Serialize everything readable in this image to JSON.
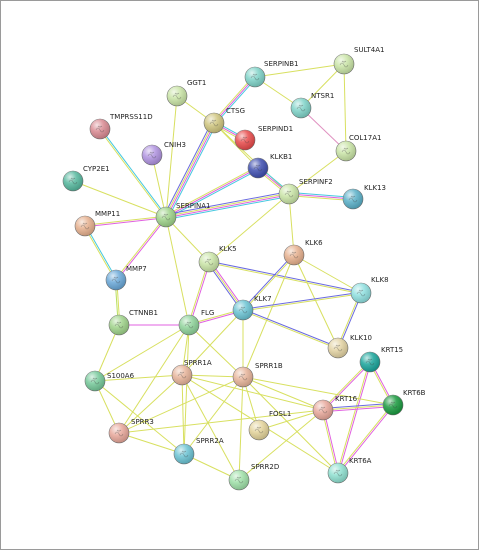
{
  "nodes": [
    {
      "id": "SULT4A1",
      "label": "SULT4A1",
      "color": "#c9e4a6"
    },
    {
      "id": "SERPINB1",
      "label": "SERPINB1",
      "color": "#7fd3c8"
    },
    {
      "id": "NTSR1",
      "label": "NTSR1",
      "color": "#7fd3c8"
    },
    {
      "id": "COL17A1",
      "label": "COL17A1",
      "color": "#c9e4a6"
    },
    {
      "id": "GGT1",
      "label": "GGT1",
      "color": "#c9e4a6"
    },
    {
      "id": "CTSG",
      "label": "CTSG",
      "color": "#cfc57e"
    },
    {
      "id": "TMPRSS11D",
      "label": "TMPRSS11D",
      "color": "#d98a92"
    },
    {
      "id": "SERPIND1",
      "label": "SERPIND1",
      "color": "#e84b4b"
    },
    {
      "id": "CNIH3",
      "label": "CNIH3",
      "color": "#b093e0"
    },
    {
      "id": "KLKB1",
      "label": "KLKB1",
      "color": "#3f4fb0"
    },
    {
      "id": "CYP2E1",
      "label": "CYP2E1",
      "color": "#56b89e"
    },
    {
      "id": "SERPINF2",
      "label": "SERPINF2",
      "color": "#c9e4a6"
    },
    {
      "id": "KLK13",
      "label": "KLK13",
      "color": "#5ab0c8"
    },
    {
      "id": "SERPINA1",
      "label": "SERPINA1",
      "color": "#9fd38a"
    },
    {
      "id": "MMP11",
      "label": "MMP11",
      "color": "#e6b08e"
    },
    {
      "id": "KLK6",
      "label": "KLK6",
      "color": "#e6b08e"
    },
    {
      "id": "KLK5",
      "label": "KLK5",
      "color": "#c9e4a6"
    },
    {
      "id": "MMP7",
      "label": "MMP7",
      "color": "#6aa8d8"
    },
    {
      "id": "KLK8",
      "label": "KLK8",
      "color": "#8fe0e0"
    },
    {
      "id": "KLK7",
      "label": "KLK7",
      "color": "#6bc3d3"
    },
    {
      "id": "CTNNB1",
      "label": "CTNNB1",
      "color": "#9fd38a"
    },
    {
      "id": "FLG",
      "label": "FLG",
      "color": "#8fd39a"
    },
    {
      "id": "KLK10",
      "label": "KLK10",
      "color": "#e3d3a3"
    },
    {
      "id": "KRT15",
      "label": "KRT15",
      "color": "#1aa59b"
    },
    {
      "id": "S100A6",
      "label": "S100A6",
      "color": "#76c99a"
    },
    {
      "id": "SPRR1A",
      "label": "SPRR1A",
      "color": "#e7b49a"
    },
    {
      "id": "SPRR1B",
      "label": "SPRR1B",
      "color": "#e7b49a"
    },
    {
      "id": "KRT6B",
      "label": "KRT6B",
      "color": "#1a9a3f"
    },
    {
      "id": "KRT16",
      "label": "KRT16",
      "color": "#e7a79a"
    },
    {
      "id": "FOSL1",
      "label": "FOSL1",
      "color": "#e3d39a"
    },
    {
      "id": "SPRR3",
      "label": "SPRR3",
      "color": "#e7a79a"
    },
    {
      "id": "SPRR2A",
      "label": "SPRR2A",
      "color": "#6bc3d3"
    },
    {
      "id": "SPRR2D",
      "label": "SPRR2D",
      "color": "#9fe0a8"
    },
    {
      "id": "KRT6A",
      "label": "KRT6A",
      "color": "#8fe0d0"
    }
  ],
  "edge_colors": {
    "cyan": "#46c8e0",
    "magenta": "#e060e0",
    "yellow": "#d8e060",
    "green": "#b8e060",
    "blue": "#6a6ae0",
    "gray": "#9a9a9a",
    "pink": "#e090c0"
  },
  "edges": [
    {
      "source": "SULT4A1",
      "target": "SERPINB1",
      "colors": [
        "yellow"
      ]
    },
    {
      "source": "SULT4A1",
      "target": "NTSR1",
      "colors": [
        "yellow"
      ]
    },
    {
      "source": "SULT4A1",
      "target": "COL17A1",
      "colors": [
        "yellow"
      ]
    },
    {
      "source": "SERPINB1",
      "target": "NTSR1",
      "colors": [
        "yellow"
      ]
    },
    {
      "source": "SERPINB1",
      "target": "CTSG",
      "colors": [
        "cyan",
        "magenta",
        "yellow"
      ]
    },
    {
      "source": "NTSR1",
      "target": "COL17A1",
      "colors": [
        "pink"
      ]
    },
    {
      "source": "COL17A1",
      "target": "SERPINF2",
      "colors": [
        "yellow"
      ]
    },
    {
      "source": "GGT1",
      "target": "CTSG",
      "colors": [
        "yellow"
      ]
    },
    {
      "source": "GGT1",
      "target": "SERPINA1",
      "colors": [
        "yellow"
      ]
    },
    {
      "source": "CTSG",
      "target": "SERPIND1",
      "colors": [
        "cyan",
        "magenta",
        "yellow"
      ]
    },
    {
      "source": "CTSG",
      "target": "KLKB1",
      "colors": [
        "yellow"
      ]
    },
    {
      "source": "CTSG",
      "target": "SERPINA1",
      "colors": [
        "cyan",
        "magenta",
        "yellow",
        "blue"
      ]
    },
    {
      "source": "CTSG",
      "target": "SERPINF2",
      "colors": [
        "yellow"
      ]
    },
    {
      "source": "TMPRSS11D",
      "target": "SERPINA1",
      "colors": [
        "cyan",
        "yellow"
      ]
    },
    {
      "source": "CNIH3",
      "target": "SERPINA1",
      "colors": [
        "yellow"
      ]
    },
    {
      "source": "KLKB1",
      "target": "SERPINF2",
      "colors": [
        "cyan",
        "magenta",
        "yellow"
      ]
    },
    {
      "source": "KLKB1",
      "target": "SERPINA1",
      "colors": [
        "cyan",
        "magenta",
        "yellow"
      ]
    },
    {
      "source": "CYP2E1",
      "target": "SERPINA1",
      "colors": [
        "yellow"
      ]
    },
    {
      "source": "SERPINF2",
      "target": "KLK13",
      "colors": [
        "cyan",
        "magenta",
        "yellow"
      ]
    },
    {
      "source": "SERPINF2",
      "target": "SERPINA1",
      "colors": [
        "cyan",
        "magenta",
        "yellow",
        "blue"
      ]
    },
    {
      "source": "SERPINF2",
      "target": "KLK6",
      "colors": [
        "yellow"
      ]
    },
    {
      "source": "SERPINF2",
      "target": "KLK5",
      "colors": [
        "yellow"
      ]
    },
    {
      "source": "SERPINA1",
      "target": "MMP11",
      "colors": [
        "magenta",
        "yellow"
      ]
    },
    {
      "source": "SERPINA1",
      "target": "MMP7",
      "colors": [
        "magenta",
        "yellow"
      ]
    },
    {
      "source": "SERPINA1",
      "target": "KLK5",
      "colors": [
        "yellow"
      ]
    },
    {
      "source": "SERPINA1",
      "target": "FLG",
      "colors": [
        "yellow"
      ]
    },
    {
      "source": "MMP11",
      "target": "MMP7",
      "colors": [
        "cyan",
        "yellow"
      ]
    },
    {
      "source": "MMP7",
      "target": "CTNNB1",
      "colors": [
        "yellow",
        "green"
      ]
    },
    {
      "source": "KLK5",
      "target": "KLK7",
      "colors": [
        "magenta",
        "yellow",
        "blue"
      ]
    },
    {
      "source": "KLK5",
      "target": "KLK8",
      "colors": [
        "blue",
        "yellow"
      ]
    },
    {
      "source": "KLK5",
      "target": "FLG",
      "colors": [
        "magenta",
        "yellow"
      ]
    },
    {
      "source": "KLK6",
      "target": "KLK7",
      "colors": [
        "yellow",
        "blue"
      ]
    },
    {
      "source": "KLK6",
      "target": "KLK8",
      "colors": [
        "yellow"
      ]
    },
    {
      "source": "KLK6",
      "target": "KLK10",
      "colors": [
        "yellow"
      ]
    },
    {
      "source": "KLK6",
      "target": "SPRR1B",
      "colors": [
        "yellow"
      ]
    },
    {
      "source": "KLK7",
      "target": "KLK8",
      "colors": [
        "blue",
        "yellow"
      ]
    },
    {
      "source": "KLK7",
      "target": "KLK10",
      "colors": [
        "blue",
        "yellow"
      ]
    },
    {
      "source": "KLK7",
      "target": "FLG",
      "colors": [
        "magenta",
        "yellow"
      ]
    },
    {
      "source": "KLK7",
      "target": "SPRR1B",
      "colors": [
        "yellow"
      ]
    },
    {
      "source": "KLK7",
      "target": "SPRR1A",
      "colors": [
        "yellow"
      ]
    },
    {
      "source": "KLK8",
      "target": "KLK10",
      "colors": [
        "blue",
        "yellow"
      ]
    },
    {
      "source": "CTNNB1",
      "target": "FLG",
      "colors": [
        "magenta"
      ]
    },
    {
      "source": "CTNNB1",
      "target": "S100A6",
      "colors": [
        "yellow"
      ]
    },
    {
      "source": "FLG",
      "target": "SPRR1A",
      "colors": [
        "yellow"
      ]
    },
    {
      "source": "FLG",
      "target": "SPRR1B",
      "colors": [
        "yellow"
      ]
    },
    {
      "source": "FLG",
      "target": "SPRR3",
      "colors": [
        "yellow"
      ]
    },
    {
      "source": "FLG",
      "target": "S100A6",
      "colors": [
        "yellow"
      ]
    },
    {
      "source": "FLG",
      "target": "SPRR2A",
      "colors": [
        "yellow"
      ]
    },
    {
      "source": "KRT15",
      "target": "KRT6B",
      "colors": [
        "magenta",
        "yellow"
      ]
    },
    {
      "source": "KRT15",
      "target": "KRT16",
      "colors": [
        "magenta",
        "yellow"
      ]
    },
    {
      "source": "KRT15",
      "target": "KRT6A",
      "colors": [
        "magenta",
        "yellow"
      ]
    },
    {
      "source": "KRT6B",
      "target": "KRT16",
      "colors": [
        "magenta",
        "yellow",
        "blue"
      ]
    },
    {
      "source": "KRT6B",
      "target": "KRT6A",
      "colors": [
        "magenta",
        "yellow"
      ]
    },
    {
      "source": "KRT16",
      "target": "KRT6A",
      "colors": [
        "magenta",
        "yellow"
      ]
    },
    {
      "source": "KRT16",
      "target": "SPRR1B",
      "colors": [
        "yellow"
      ]
    },
    {
      "source": "KRT6A",
      "target": "SPRR1B",
      "colors": [
        "yellow"
      ]
    },
    {
      "source": "KRT6B",
      "target": "SPRR1B",
      "colors": [
        "yellow"
      ]
    },
    {
      "source": "S100A6",
      "target": "SPRR1A",
      "colors": [
        "yellow"
      ]
    },
    {
      "source": "S100A6",
      "target": "SPRR3",
      "colors": [
        "yellow"
      ]
    },
    {
      "source": "SPRR1A",
      "target": "SPRR1B",
      "colors": [
        "yellow"
      ]
    },
    {
      "source": "SPRR1A",
      "target": "SPRR3",
      "colors": [
        "yellow"
      ]
    },
    {
      "source": "SPRR1A",
      "target": "SPRR2A",
      "colors": [
        "yellow"
      ]
    },
    {
      "source": "SPRR1A",
      "target": "SPRR2D",
      "colors": [
        "yellow"
      ]
    },
    {
      "source": "SPRR1A",
      "target": "KRT16",
      "colors": [
        "yellow"
      ]
    },
    {
      "source": "SPRR1A",
      "target": "KRT6A",
      "colors": [
        "yellow"
      ]
    },
    {
      "source": "SPRR1B",
      "target": "SPRR3",
      "colors": [
        "yellow"
      ]
    },
    {
      "source": "SPRR1B",
      "target": "SPRR2A",
      "colors": [
        "yellow"
      ]
    },
    {
      "source": "SPRR1B",
      "target": "SPRR2D",
      "colors": [
        "yellow"
      ]
    },
    {
      "source": "SPRR1B",
      "target": "FOSL1",
      "colors": [
        "yellow"
      ]
    },
    {
      "source": "SPRR3",
      "target": "SPRR2A",
      "colors": [
        "yellow"
      ]
    },
    {
      "source": "SPRR3",
      "target": "KRT16",
      "colors": [
        "yellow"
      ]
    },
    {
      "source": "SPRR2A",
      "target": "SPRR2D",
      "colors": [
        "yellow"
      ]
    },
    {
      "source": "SPRR2D",
      "target": "KRT16",
      "colors": [
        "yellow"
      ]
    },
    {
      "source": "FOSL1",
      "target": "KRT16",
      "colors": [
        "yellow"
      ]
    },
    {
      "source": "S100A6",
      "target": "SPRR2A",
      "colors": [
        "yellow"
      ]
    }
  ]
}
